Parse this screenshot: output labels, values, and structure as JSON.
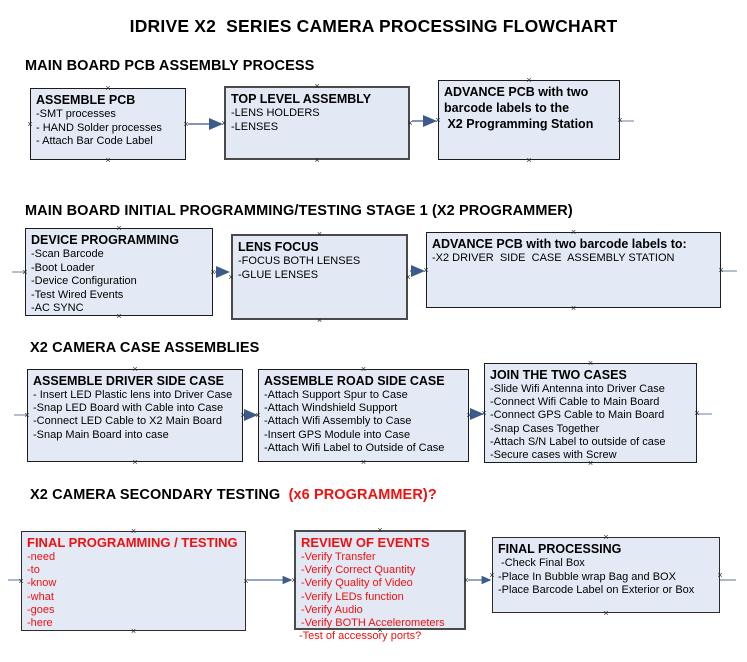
{
  "document": {
    "title": "IDRIVE X2  SERIES CAMERA PROCESSING FLOWCHART"
  },
  "sections": [
    {
      "id": "main-board-pcb-assembly",
      "heading": "MAIN BOARD PCB ASSEMBLY PROCESS",
      "heading_accent": "",
      "nodes": [
        {
          "id": "assemble-pcb",
          "title": "ASSEMBLE PCB",
          "lines": [
            "-SMT processes",
            "- HAND Solder processes",
            "- Attach Bar Code Label"
          ]
        },
        {
          "id": "top-level-assembly",
          "title": "TOP LEVEL ASSEMBLY",
          "lines": [
            "-LENS HOLDERS",
            "-LENSES"
          ]
        },
        {
          "id": "advance-pcb-programming-station",
          "title": "ADVANCE PCB with two",
          "lines": [
            "barcode labels to the",
            " X2 Programming Station"
          ]
        }
      ]
    },
    {
      "id": "initial-programming-testing",
      "heading": "MAIN BOARD INITIAL PROGRAMMING/TESTING STAGE 1 (X2 PROGRAMMER)",
      "heading_accent": "",
      "nodes": [
        {
          "id": "device-programming",
          "title": "DEVICE PROGRAMMING",
          "lines": [
            "-Scan Barcode",
            "-Boot Loader",
            "-Device Configuration",
            "-Test Wired Events",
            "-AC SYNC"
          ]
        },
        {
          "id": "lens-focus",
          "title": "LENS FOCUS",
          "lines": [
            "-FOCUS BOTH LENSES",
            "-GLUE LENSES"
          ]
        },
        {
          "id": "advance-pcb-driver-side-station",
          "title": "ADVANCE PCB with two barcode labels to:",
          "lines": [
            "-X2 DRIVER  SIDE  CASE  ASSEMBLY STATION"
          ]
        }
      ]
    },
    {
      "id": "camera-case-assemblies",
      "heading": "X2 CAMERA CASE ASSEMBLIES",
      "heading_accent": "",
      "nodes": [
        {
          "id": "assemble-driver-side-case",
          "title": "ASSEMBLE DRIVER SIDE CASE",
          "lines": [
            "- Insert LED Plastic lens into Driver Case",
            "-Snap LED Board with Cable into Case",
            "-Connect LED Cable to X2 Main Board",
            "-Snap Main Board into case"
          ]
        },
        {
          "id": "assemble-road-side-case",
          "title": "ASSEMBLE ROAD SIDE CASE",
          "lines": [
            "-Attach Support Spur to Case",
            "-Attach Windshield Support",
            "-Attach Wifi Assembly to Case",
            "-Insert GPS Module into Case",
            "-Attach Wifi Label to Outside of Case"
          ]
        },
        {
          "id": "join-the-two-cases",
          "title": "JOIN THE TWO CASES",
          "lines": [
            "-Slide Wifi Antenna into Driver Case",
            "-Connect Wifi Cable to Main Board",
            "-Connect GPS Cable to Main Board",
            "-Snap Cases Together",
            "-Attach S/N Label to outside of case",
            "-Secure cases with Screw"
          ]
        }
      ]
    },
    {
      "id": "secondary-testing",
      "heading": "X2 CAMERA SECONDARY TESTING ",
      "heading_accent": " (x6 PROGRAMMER)?",
      "nodes": [
        {
          "id": "final-programming-testing",
          "title": "FINAL PROGRAMMING / TESTING",
          "lines": [
            "-need",
            "-to",
            "-know",
            "-what",
            "-goes",
            "-here"
          ]
        },
        {
          "id": "review-of-events",
          "title": "REVIEW OF EVENTS",
          "lines": [
            "-Verify Transfer",
            "-Verify Correct Quantity",
            "-Verify Quality of Video",
            "-Verify LEDs function",
            "-Verify Audio",
            "-Verify BOTH Accelerometers"
          ],
          "overflow_line": "-Test of accessory ports?"
        },
        {
          "id": "final-processing",
          "title": "FINAL PROCESSING",
          "lines": [
            " -Check Final Box",
            "-Place In Bubble wrap Bag and BOX",
            "-Place Barcode Label on Exterior or Box"
          ]
        }
      ]
    }
  ],
  "colors": {
    "node_fill": "#e4eaf5",
    "node_border": "#8f9db5",
    "node_border_dark": "#1c1c1c",
    "connector": "#8196b4",
    "connector_head": "#3c5a8c",
    "text": "#000000",
    "accent_red": "#ee1111"
  }
}
